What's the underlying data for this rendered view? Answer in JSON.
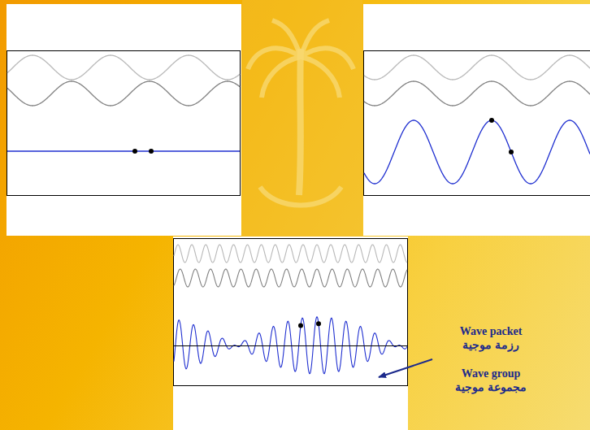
{
  "diagram": {
    "labels": [
      "Wave packet",
      "رزمة موجية",
      "Wave group",
      "مجموعة موجية"
    ]
  }
}
